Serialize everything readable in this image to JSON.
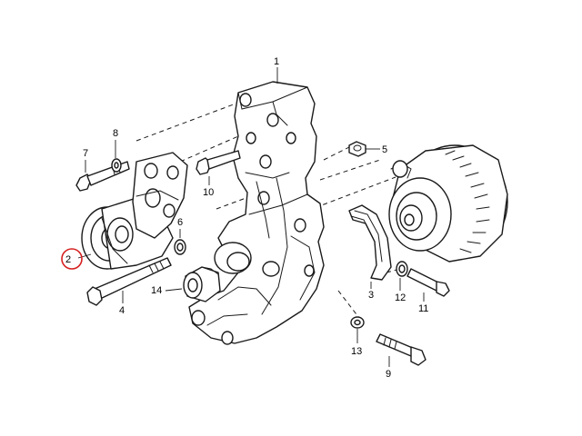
{
  "diagram": {
    "highlight_color": "#d62020",
    "line_color": "#1a1a1a",
    "highlighted_callout": "2",
    "callouts": {
      "c1": "1",
      "c2": "2",
      "c3": "3",
      "c4": "4",
      "c5": "5",
      "c6": "6",
      "c7": "7",
      "c8": "8",
      "c9": "9",
      "c10": "10",
      "c11": "11",
      "c12": "12",
      "c13": "13",
      "c14": "14"
    }
  }
}
